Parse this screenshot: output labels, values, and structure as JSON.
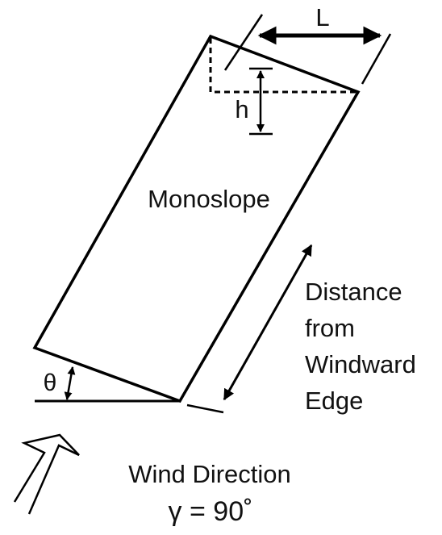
{
  "labels": {
    "L": "L",
    "h": "h",
    "roof": "Monoslope",
    "distance_line1": "Distance",
    "distance_line2": "from",
    "distance_line3": "Windward",
    "distance_line4": "Edge",
    "theta": "θ",
    "wind_title": "Wind Direction",
    "wind_angle": "γ = 90˚"
  },
  "colors": {
    "stroke": "#000000",
    "background": "#ffffff"
  }
}
